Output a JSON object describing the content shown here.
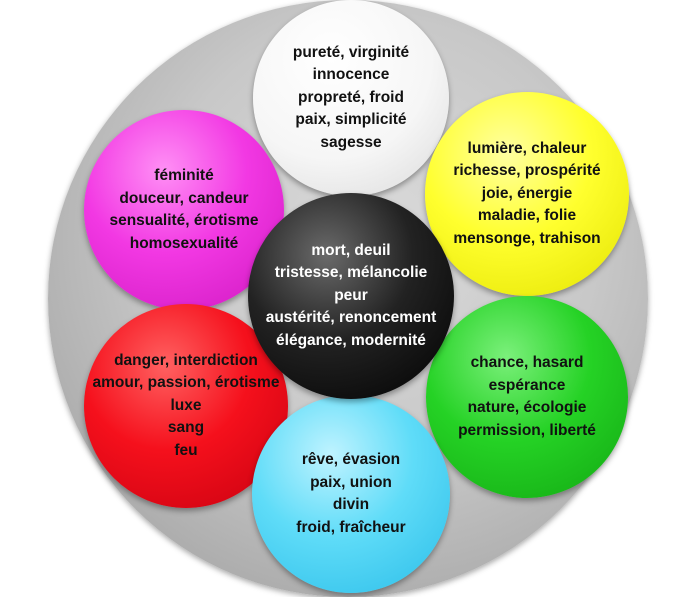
{
  "diagram": {
    "circles": [
      {
        "id": "white",
        "color": "#f8f8f8",
        "lines": [
          "pureté, virginité",
          "innocence",
          "propreté, froid",
          "paix, simplicité",
          "sagesse"
        ]
      },
      {
        "id": "yellow",
        "color": "#ffff2e",
        "lines": [
          "lumière, chaleur",
          "richesse, prospérité",
          "joie, énergie",
          "maladie, folie",
          "mensonge, trahison"
        ]
      },
      {
        "id": "pink",
        "color": "#f238e3",
        "lines": [
          "féminité",
          "douceur, candeur",
          "sensualité, érotisme",
          "homosexualité"
        ]
      },
      {
        "id": "black",
        "color": "#111111",
        "lines": [
          "mort, deuil",
          "tristesse, mélancolie",
          "peur",
          "austérité, renoncement",
          "élégance, modernité"
        ]
      },
      {
        "id": "red",
        "color": "#f5101c",
        "lines": [
          "danger, interdiction",
          "amour, passion, érotisme",
          "luxe",
          "sang",
          "feu"
        ]
      },
      {
        "id": "green",
        "color": "#25d225",
        "lines": [
          "chance, hasard",
          "espérance",
          "nature, écologie",
          "permission, liberté"
        ]
      },
      {
        "id": "blue",
        "color": "#5fdcf8",
        "lines": [
          "rêve, évasion",
          "paix, union",
          "divin",
          "froid, fraîcheur"
        ]
      }
    ]
  }
}
